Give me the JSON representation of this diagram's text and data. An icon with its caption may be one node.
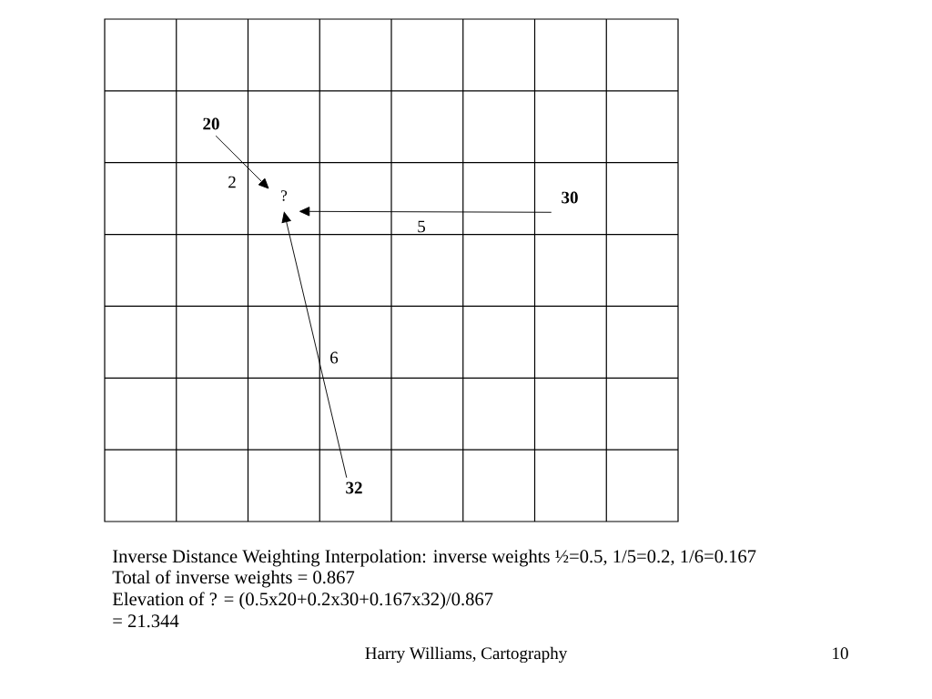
{
  "diagram": {
    "nodes": [
      {
        "text": [
          "20"
        ]
      },
      {
        "text": [
          "?"
        ]
      },
      {
        "text": [
          "30"
        ]
      },
      {
        "text": [
          "32"
        ]
      }
    ],
    "edges": [
      {
        "from": 0,
        "to": 1,
        "arrow": "to",
        "label": "2"
      },
      {
        "from": 2,
        "to": 1,
        "arrow": "to",
        "label": "5"
      },
      {
        "from": 3,
        "to": 1,
        "arrow": "to",
        "label": "6"
      }
    ],
    "labels": [
      "Inverse Distance Weighting Interpolation: inverse weights ½=0.5, 1/5=0.2, 1/6=0.167",
      "Total of inverse weights = 0.867",
      "Elevation of ? = (0.5x20+0.2x30+0.167x32)/0.867",
      "= 21.344",
      "Harry Williams, Cartography",
      "10"
    ]
  }
}
